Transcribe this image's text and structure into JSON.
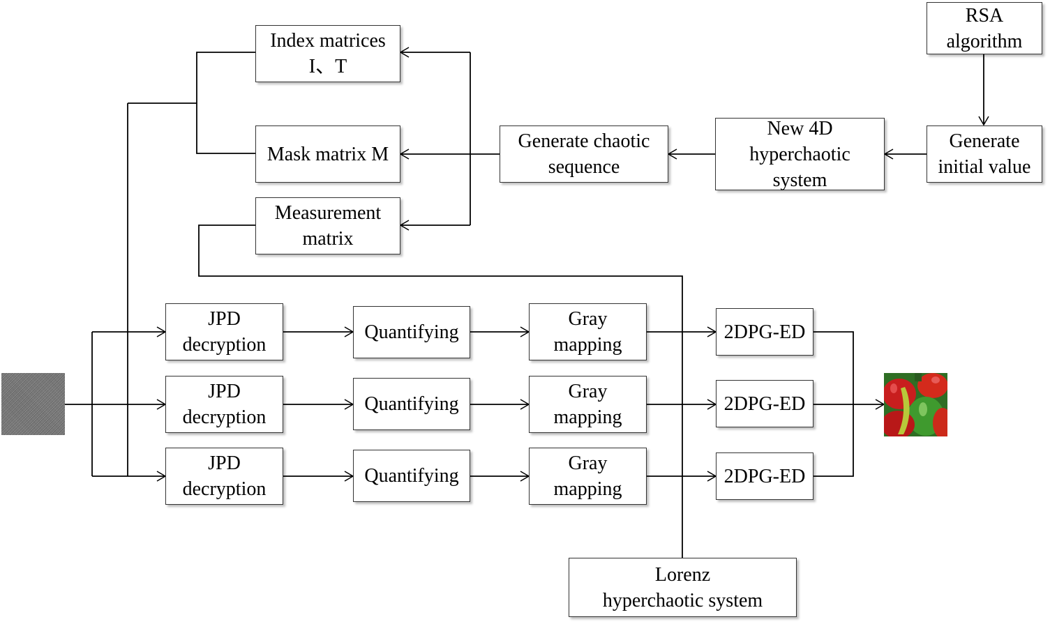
{
  "boxes": {
    "index_matrices": [
      "Index matrices",
      "I、T"
    ],
    "mask_matrix": [
      "Mask matrix M"
    ],
    "measurement_matrix": [
      "Measurement",
      "matrix"
    ],
    "generate_chaotic": [
      "Generate chaotic",
      "sequence"
    ],
    "new_4d": [
      "New 4D",
      "hyperchaotic",
      "system"
    ],
    "generate_initial": [
      "Generate",
      "initial value"
    ],
    "rsa": [
      "RSA",
      "algorithm"
    ],
    "lorenz": [
      "Lorenz",
      "hyperchaotic system"
    ],
    "rows": [
      {
        "jpd": [
          "JPD",
          "decryption"
        ],
        "quant": [
          "Quantifying"
        ],
        "gray": [
          "Gray",
          "mapping"
        ],
        "ed": [
          "2DPG-ED"
        ]
      },
      {
        "jpd": [
          "JPD",
          "decryption"
        ],
        "quant": [
          "Quantifying"
        ],
        "gray": [
          "Gray",
          "mapping"
        ],
        "ed": [
          "2DPG-ED"
        ]
      },
      {
        "jpd": [
          "JPD",
          "decryption"
        ],
        "quant": [
          "Quantifying"
        ],
        "gray": [
          "Gray",
          "mapping"
        ],
        "ed": [
          "2DPG-ED"
        ]
      }
    ]
  },
  "images": {
    "input": "noise-image",
    "output": "peppers-image"
  },
  "colors": {
    "line": "#000000",
    "box_border": "#333333"
  }
}
